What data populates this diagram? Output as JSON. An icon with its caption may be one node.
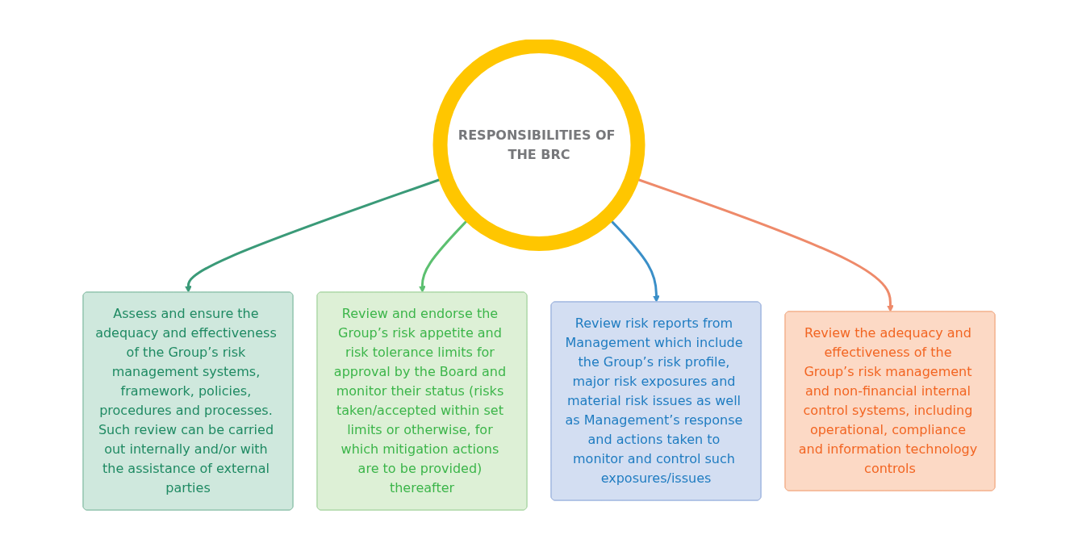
{
  "diagram": {
    "nodes": [
      {
        "text": [
          "Assess and ensure the adequacy and effectiveness of the Group’s risk management systems, framework, policies, procedures and processes. Such review can be carried out internally and/or with the assistance of external parties"
        ]
      },
      {
        "text": [
          "Review and endorse the Group’s risk appetite and risk tolerance limits for approval by the Board and monitor their status (risks taken/accepted within set limits or otherwise, for which mitigation actions are to be provided) thereafter"
        ]
      },
      {
        "text": [
          "RESPONSIBILITIES OF THE BRC"
        ]
      },
      {
        "text": [
          "Review risk reports from Management which include the Group’s risk profile, major risk exposures and material risk issues as well as Management’s response and actions taken to monitor and control such exposures/issues"
        ]
      },
      {
        "text": [
          "Review the adequacy and effectiveness of the Group’s risk management and non-financial internal control systems, including operational, compliance and information technology controls"
        ]
      }
    ],
    "edges": [
      {
        "from": 2,
        "to": 0,
        "arrow": "to",
        "color": "#3a9a78"
      },
      {
        "from": 2,
        "to": 1,
        "arrow": "to",
        "color": "#5cc070"
      },
      {
        "from": 2,
        "to": 3,
        "arrow": "to",
        "color": "#3a8fc8"
      },
      {
        "from": 2,
        "to": 4,
        "arrow": "to",
        "color": "#ee8a6a"
      }
    ]
  }
}
